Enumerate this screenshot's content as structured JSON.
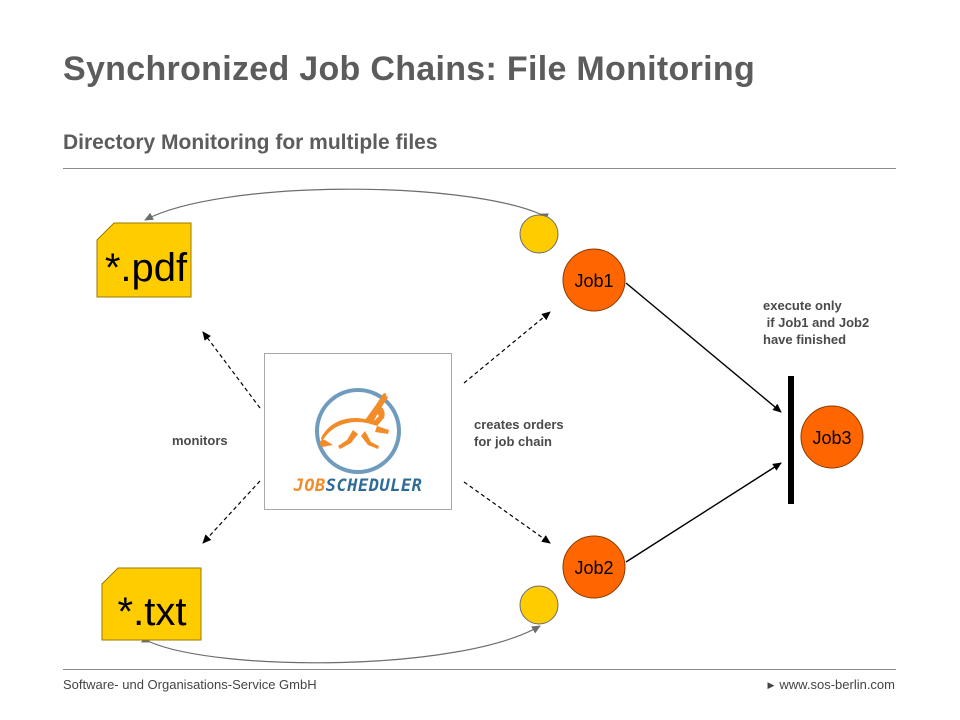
{
  "title": "Synchronized Job Chains: File Monitoring",
  "subtitle": "Directory Monitoring for multiple files",
  "files": {
    "pdf": "*.pdf",
    "txt": "*.txt"
  },
  "jobs": {
    "job1": "Job1",
    "job2": "Job2",
    "job3": "Job3"
  },
  "annotations": {
    "monitors": "monitors",
    "creates_orders": "creates orders\nfor job chain",
    "execute_only": "execute only\n if Job1 and Job2\nhave finished"
  },
  "logo": {
    "text_a": "JOB",
    "text_b": "SCHEDULER"
  },
  "footer": {
    "company": "Software- und Organisations-Service GmbH",
    "website": "www.sos-berlin.com"
  },
  "colors": {
    "file_yellow": "#ffcc00",
    "order_circle": "#ffcc00",
    "job_orange": "#ff6600",
    "logo_orange": "#f28c28",
    "logo_blue": "#2e6c96"
  }
}
